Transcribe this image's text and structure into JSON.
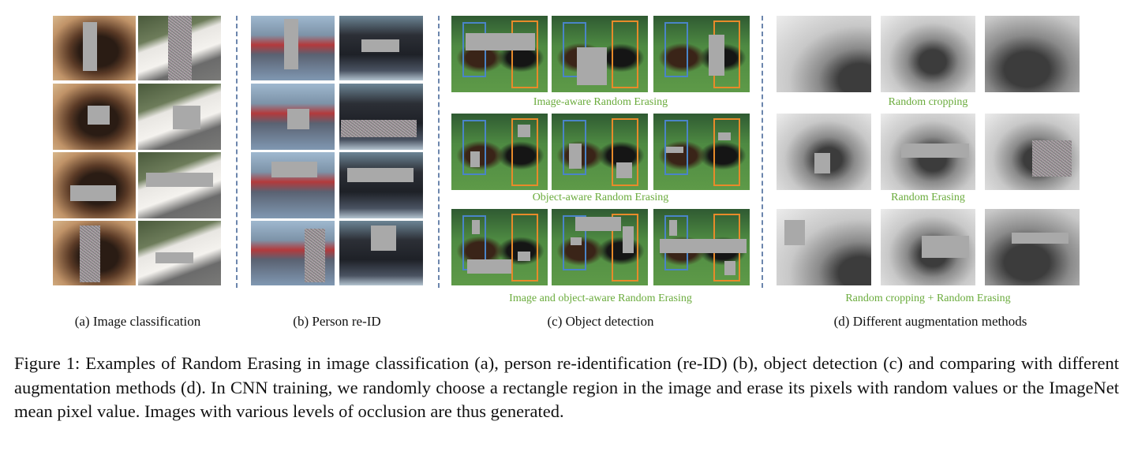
{
  "panels": {
    "a": {
      "caption": "(a) Image classification"
    },
    "b": {
      "caption": "(b) Person re-ID"
    },
    "c": {
      "caption": "(c) Object detection",
      "row_labels": [
        "Image-aware Random Erasing",
        "Object-aware Random Erasing",
        "Image and object-aware Random Erasing"
      ]
    },
    "d": {
      "caption": "(d) Different augmentation methods",
      "row_labels": [
        "Random cropping",
        "Random Erasing",
        "Random cropping + Random Erasing"
      ]
    }
  },
  "figure_caption": "Figure 1: Examples of Random Erasing in image classification (a), person re-identification (re-ID) (b), object detection (c) and comparing with different augmentation methods (d). In CNN training, we randomly choose a rectangle region in the image and erase its pixels with random values or the ImageNet mean pixel value. Images with various levels of occlusion are thus generated.",
  "colors": {
    "label_green": "#6aab3c",
    "divider": "#6c86ad",
    "bbox_blue": "#4a84c8",
    "bbox_orange": "#e88a2a",
    "erase_gray": "#a9a9a9"
  }
}
